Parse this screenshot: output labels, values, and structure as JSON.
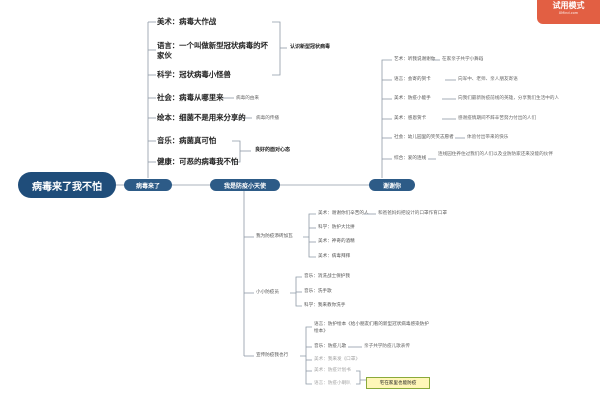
{
  "badge": {
    "label": "试用模式",
    "sub": "XMind.com"
  },
  "root": {
    "label": "病毒来了我不怕"
  },
  "hubs": {
    "center": "病毒来了",
    "protect": "我是防疫小天使",
    "thanks": "谢谢你"
  },
  "subjects": [
    {
      "label": "美术：病毒大作战"
    },
    {
      "label": "语言：一个叫做新型冠状病毒的坏家伙"
    },
    {
      "label": "科学：冠状病毒小怪兽"
    },
    {
      "label": "社会：病毒从哪里来",
      "detail": "病毒的由来"
    },
    {
      "label": "绘本：细菌不是用来分享的",
      "detail": "病毒的传播"
    },
    {
      "label": "音乐：病菌真可怕"
    },
    {
      "label": "健康：可恶的病毒我不怕"
    }
  ],
  "tags": {
    "know_virus": "认识新型冠状病毒",
    "good_mindset": "良好的面对心态"
  },
  "thanks": [
    {
      "subject": "艺术：听我说谢谢你",
      "detail": "在家亲子共学小舞蹈"
    },
    {
      "subject": "语言：会寄的贺卡",
      "detail": "向军中、老师、亲人朋友寄语"
    },
    {
      "subject": "美术：防疫小能手",
      "detail": "向我们最新防疫前线的英雄，分享我们生活中的人"
    },
    {
      "subject": "美术：感恩贺卡",
      "detail": "感谢疫情期间不辞辛苦努力付出的人们"
    },
    {
      "subject": "社会：幼儿园里的笑笑志愿者",
      "detail": "体验付出带来的快乐"
    },
    {
      "subject": "综合：爱的连线",
      "detail": "连线园住养住过我们的人们以及业防防家还来没能的伙伴"
    }
  ],
  "protect": {
    "groups": [
      {
        "label": "我为防疫添砖加瓦",
        "items": [
          {
            "subject": "美术：谢谢你们辛苦的人",
            "detail": "和爸爸妈妈把设计的口罩作育口罩"
          },
          {
            "subject": "科学：防护大比拼"
          },
          {
            "subject": "美术：神奇的酒精"
          },
          {
            "subject": "美术：病毒拜拜"
          }
        ]
      },
      {
        "label": "小小防疫员",
        "items": [
          {
            "subject": "音乐：消洗战士保护我"
          },
          {
            "subject": "音乐：洗手歌"
          },
          {
            "subject": "科学：我来教你洗手"
          }
        ]
      },
      {
        "label": "宣传防疫我也行",
        "items": [
          {
            "subject": "语言：防护绘本《给小朋友们看的新型冠状病毒感染防护绘本》"
          },
          {
            "subject": "音乐：防疫儿歌",
            "detail": "亲子共学防疫儿歌表传"
          },
          {
            "subject": "美术：我来发《口罩》"
          },
          {
            "subject": "美术：防疫计划书"
          },
          {
            "subject": "语言：防疫小喇叭"
          }
        ]
      }
    ],
    "highlight": "宅在家里也能防疫"
  }
}
